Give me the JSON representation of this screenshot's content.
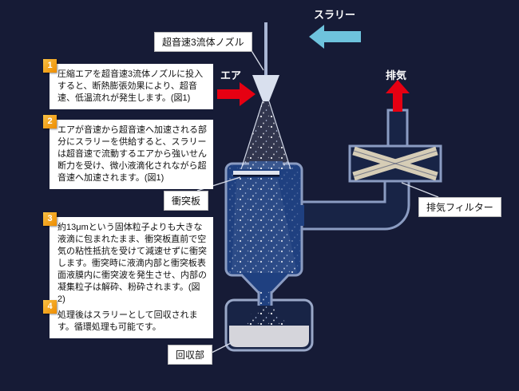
{
  "labels": {
    "slurry": "スラリー",
    "air": "エア",
    "exhaust": "排気",
    "nozzle_box": "超音速3流体ノズル",
    "collision_box": "衝突板",
    "filter_box": "排気フィルター",
    "recovery_box": "回収部"
  },
  "steps": [
    {
      "num": "1",
      "text": "圧縮エアを超音速3流体ノズルに投入すると、断熱膨張効果により、超音速、低温流れが発生します。(図1)"
    },
    {
      "num": "2",
      "text": "エアが音速から超音速へ加速される部分にスラリーを供給すると、スラリーは超音速で流動するエアから強いせん断力を受け、微小液滴化されながら超音速へ加速されます。(図1)"
    },
    {
      "num": "3",
      "text": "約13μmという固体粒子よりも大きな液滴に包まれたまま、衝突板直前で空気の粘性抵抗を受けて減速せずに衝突します。衝突時に液滴内部と衝突板表面液膜内に衝突波を発生させ、内部の凝集粒子は解砕、粉砕されます。(図2)"
    },
    {
      "num": "4",
      "text": "処理後はスラリーとして回収されます。循環処理も可能です。"
    }
  ],
  "colors": {
    "background": "#161b36",
    "chamber_fill": "#1f4080",
    "pipe_fill": "#182446",
    "outline": "#8b9cc2",
    "arrow_red": "#e60012",
    "arrow_blue": "#6ec3dd",
    "badge_orange": "#ee8c00",
    "liquid_gray": "#d5d5db",
    "filter_cross": "#d6cdb6"
  }
}
